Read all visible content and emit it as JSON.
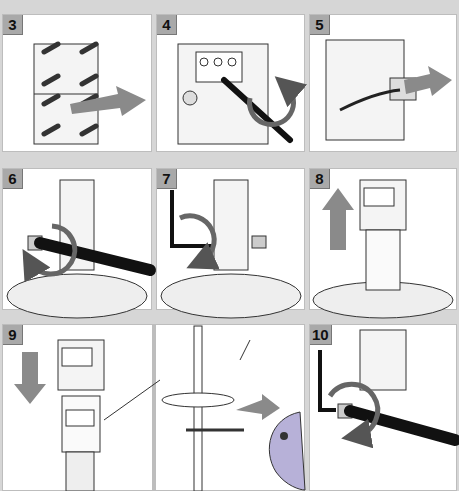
{
  "diagram": {
    "nodes": [
      {
        "text": [
          "3"
        ]
      },
      {
        "text": [
          "4"
        ]
      },
      {
        "text": [
          "5"
        ]
      },
      {
        "text": [
          "6"
        ]
      },
      {
        "text": [
          "7"
        ]
      },
      {
        "text": [
          "8"
        ]
      },
      {
        "text": [
          "9"
        ]
      },
      {
        "text": [
          "10"
        ]
      }
    ]
  }
}
